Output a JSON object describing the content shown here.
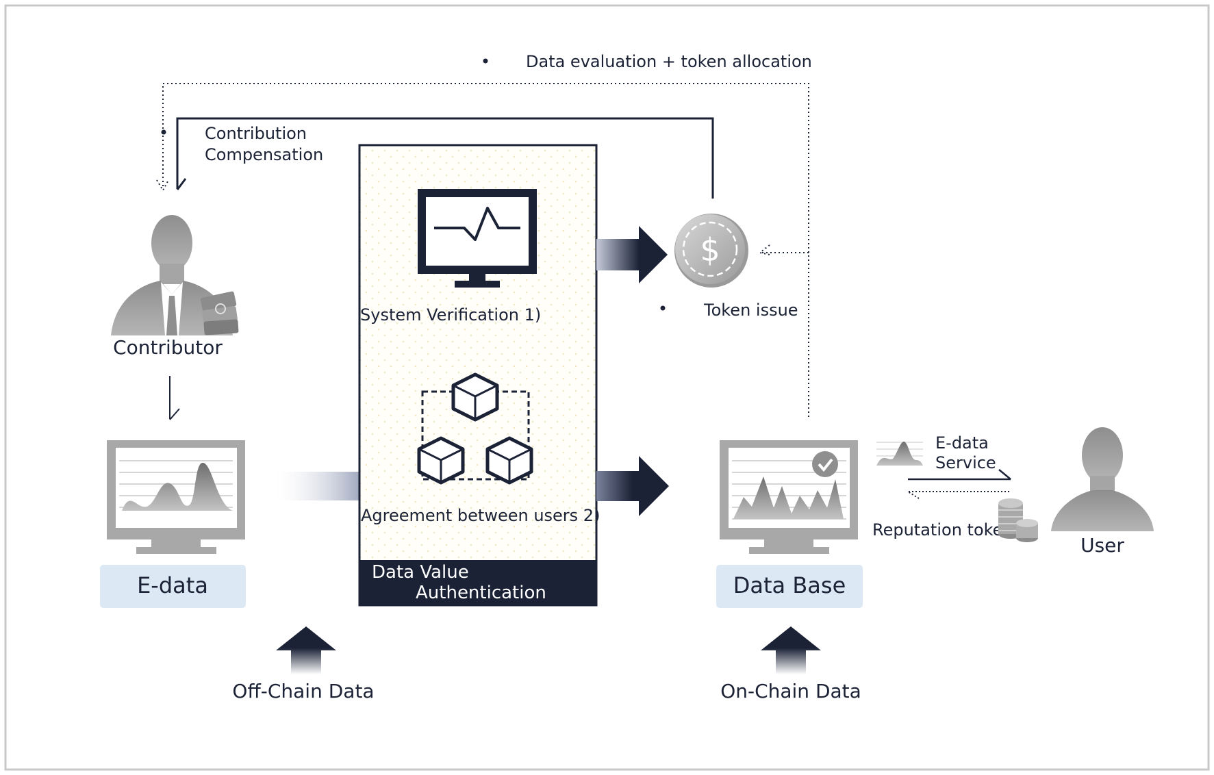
{
  "labels": {
    "top_feedback": "Data evaluation + token allocation",
    "contribution_line1": "Contribution",
    "contribution_line2": "Compensation",
    "contributor": "Contributor",
    "system_verification": "System Verification 1)",
    "agreement": "Agreement between users 2)",
    "dva_line1": "Data Value",
    "dva_line2": "Authentication",
    "token_issue": "Token issue",
    "edata_box": "E-data",
    "database_box": "Data Base",
    "edata_service_line1": "E-data",
    "edata_service_line2": "Service",
    "reputation_token": "Reputation toke",
    "user": "User",
    "off_chain": "Off-Chain Data",
    "on_chain": "On-Chain Data",
    "coin_symbol": "$"
  },
  "colors": {
    "navy": "#1b2236",
    "gray_icon": "#9e9e9e",
    "label_box": "#dce9f5",
    "frame": "#c8c8c8",
    "dot_pattern": "#efe6c2"
  },
  "icons": [
    "person-icon",
    "money-stack-icon",
    "monitor-pulse-icon",
    "blockchain-cubes-icon",
    "dollar-coin-icon",
    "monitor-chart-icon",
    "checkmark-icon",
    "coin-stack-icon",
    "mini-chart-icon"
  ]
}
